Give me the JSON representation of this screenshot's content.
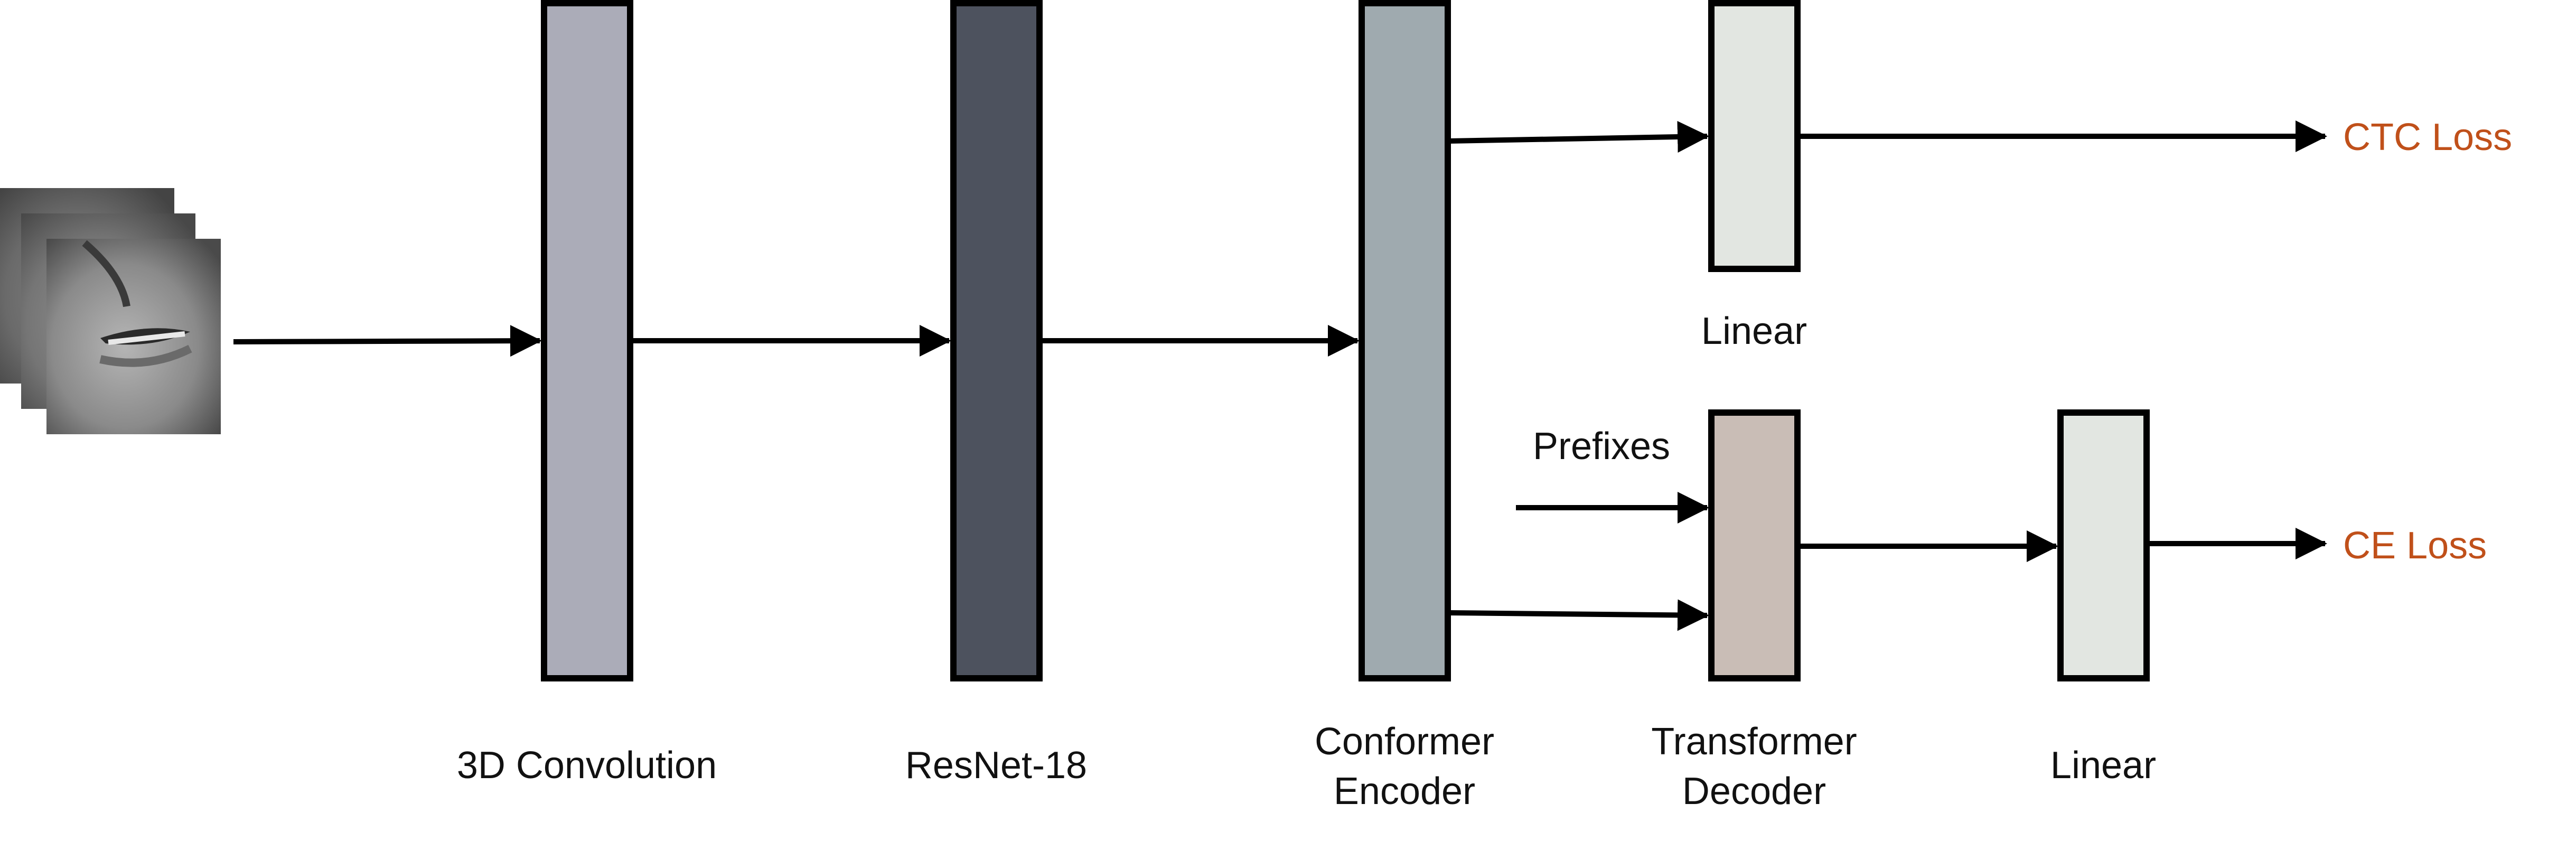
{
  "diagram": {
    "nodes": {
      "conv3d": {
        "label": "3D Convolution",
        "fill": "#ABACB8"
      },
      "resnet": {
        "label": "ResNet-18",
        "fill": "#4D525E"
      },
      "conformer": {
        "label_lines": [
          "Conformer",
          "Encoder"
        ],
        "fill": "#9FAAAF"
      },
      "linear_top": {
        "label": "Linear",
        "fill": "#E2E6E1"
      },
      "decoder": {
        "label_lines": [
          "Transformer",
          "Decoder"
        ],
        "fill": "#C9BDB6"
      },
      "linear_bottom": {
        "label": "Linear",
        "fill": "#E2E6E1"
      }
    },
    "input_text": "Prefixes",
    "outputs": {
      "ctc": {
        "label": "CTC Loss",
        "color": "#C0501A"
      },
      "ce": {
        "label": "CE Loss",
        "color": "#C0501A"
      }
    },
    "input_image": {
      "icon": "mouth-frames-icon"
    },
    "edges": [
      [
        "input",
        "conv3d"
      ],
      [
        "conv3d",
        "resnet"
      ],
      [
        "resnet",
        "conformer"
      ],
      [
        "conformer",
        "linear_top"
      ],
      [
        "conformer",
        "decoder"
      ],
      [
        "prefixes",
        "decoder"
      ],
      [
        "linear_top",
        "ctc"
      ],
      [
        "decoder",
        "linear_bottom"
      ],
      [
        "linear_bottom",
        "ce"
      ]
    ]
  }
}
